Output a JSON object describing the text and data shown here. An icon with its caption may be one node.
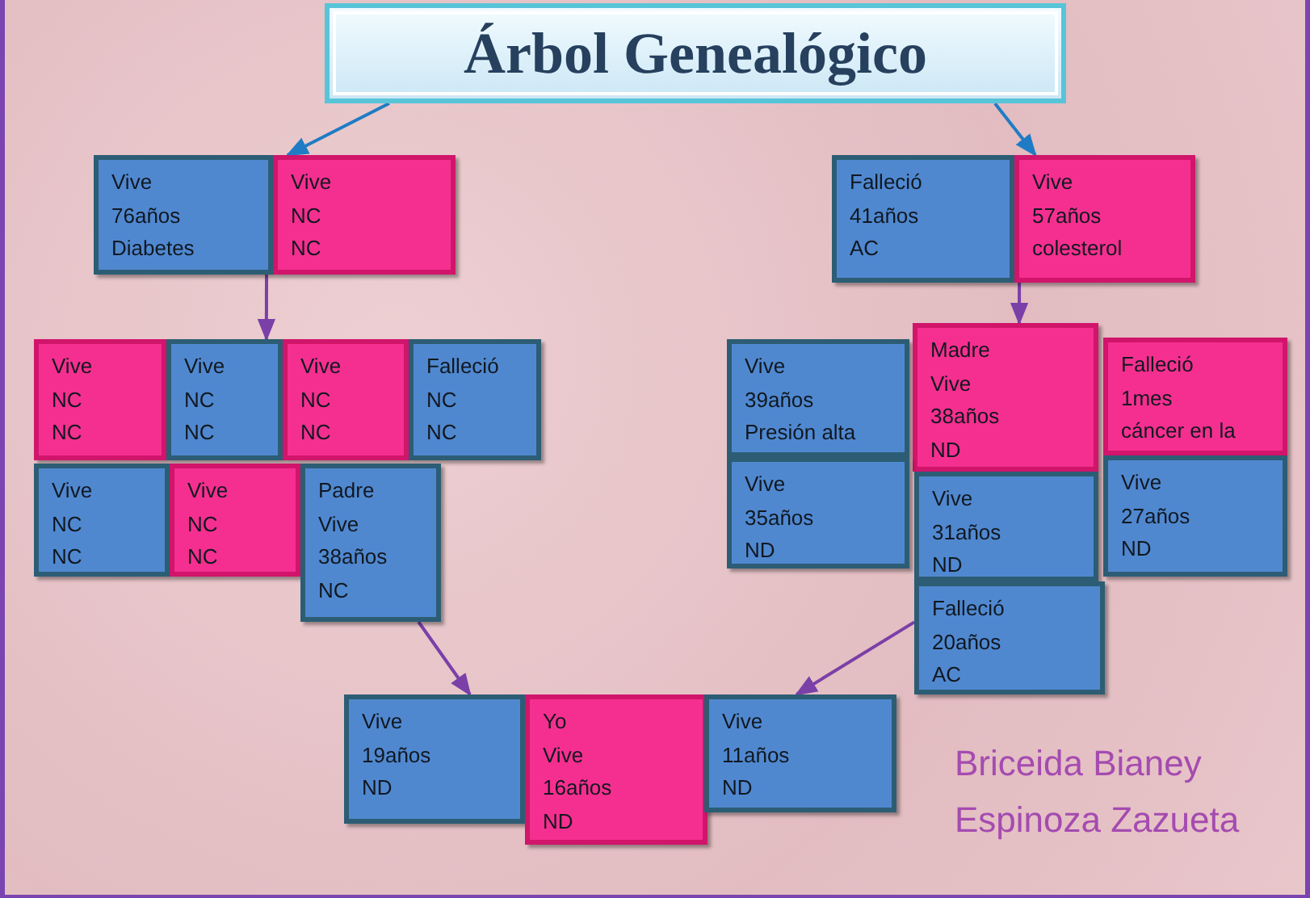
{
  "diagram": {
    "nodes": [
      {
        "text": [
          "Árbol Genealógico"
        ]
      },
      {
        "text": [
          "Vive",
          "76años",
          "Diabetes"
        ]
      },
      {
        "text": [
          "Vive",
          "NC",
          "NC"
        ]
      },
      {
        "text": [
          "Falleció",
          "41años",
          "AC"
        ]
      },
      {
        "text": [
          "Vive",
          "57años",
          "colesterol"
        ]
      },
      {
        "text": [
          "Vive",
          "NC",
          "NC"
        ]
      },
      {
        "text": [
          "Vive",
          "NC",
          "NC"
        ]
      },
      {
        "text": [
          "Vive",
          "NC",
          "NC"
        ]
      },
      {
        "text": [
          "Falleció",
          "NC",
          "NC"
        ]
      },
      {
        "text": [
          "Vive",
          "39años",
          "Presión alta"
        ]
      },
      {
        "text": [
          "Madre",
          "Vive",
          "38años",
          "ND"
        ]
      },
      {
        "text": [
          "Falleció",
          "1mes",
          "cáncer en la"
        ]
      },
      {
        "text": [
          "Vive",
          "NC",
          "NC"
        ]
      },
      {
        "text": [
          "Vive",
          "NC",
          "NC"
        ]
      },
      {
        "text": [
          "Padre",
          "Vive",
          "38años",
          "NC"
        ]
      },
      {
        "text": [
          "Vive",
          "35años",
          "ND"
        ]
      },
      {
        "text": [
          "Vive",
          "31años",
          "ND"
        ]
      },
      {
        "text": [
          "Vive",
          "27años",
          "ND"
        ]
      },
      {
        "text": [
          "Falleció",
          "20años",
          "AC"
        ]
      },
      {
        "text": [
          "Vive",
          "19años",
          "ND"
        ]
      },
      {
        "text": [
          "Yo",
          "Vive",
          "16años",
          "ND"
        ]
      },
      {
        "text": [
          "Vive",
          "11años",
          "ND"
        ]
      }
    ],
    "edges": [
      {
        "from": 0,
        "to": 2,
        "arrow": "to",
        "color": "#1f7cc4"
      },
      {
        "from": 0,
        "to": 4,
        "arrow": "to",
        "color": "#1f7cc4"
      },
      {
        "from": 1,
        "to": 6,
        "arrow": "to"
      },
      {
        "from": 4,
        "to": 10,
        "arrow": "to"
      },
      {
        "from": 14,
        "to": 19,
        "arrow": "to"
      },
      {
        "from": 18,
        "to": 21,
        "arrow": "to"
      }
    ],
    "labels": [
      "Briceida Bianey Espinoza Zazueta"
    ]
  }
}
